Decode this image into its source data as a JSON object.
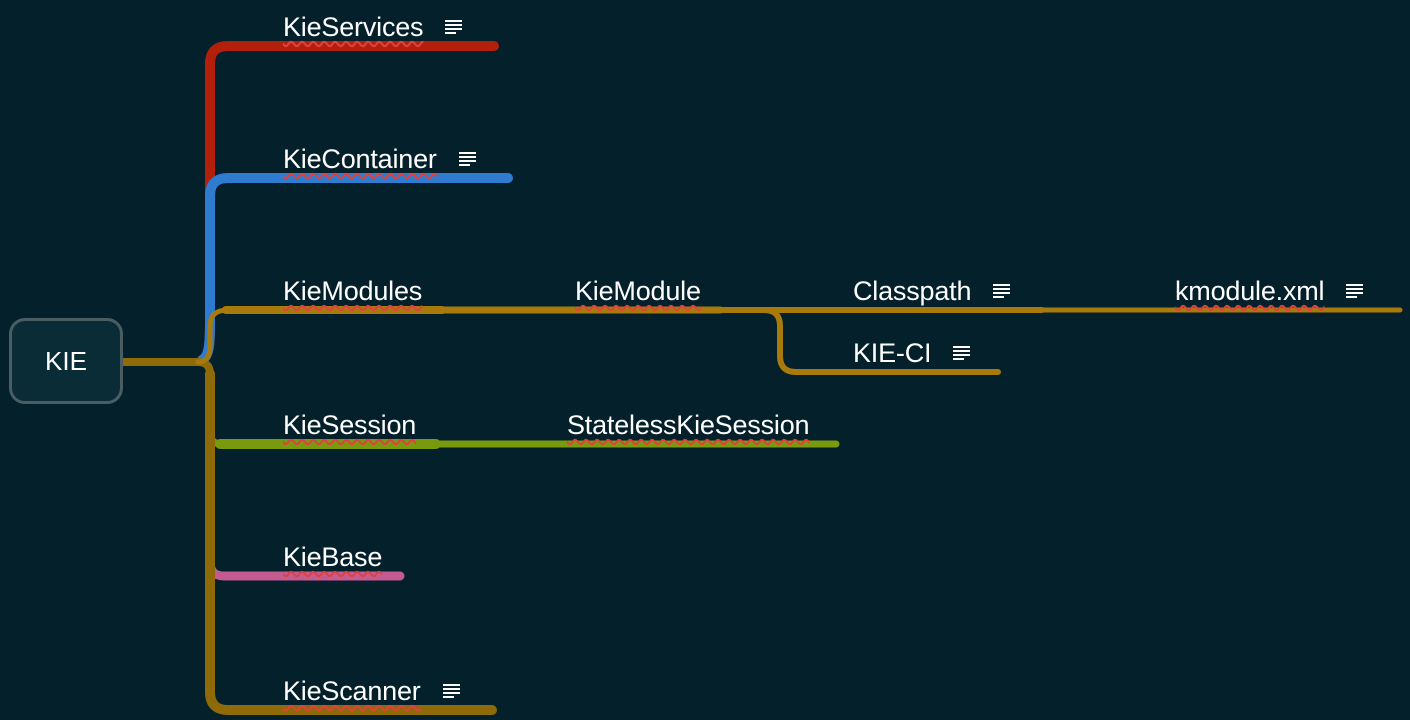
{
  "root": {
    "label": "KIE"
  },
  "colors": {
    "background": "#04202b",
    "kieservices": "#b2200c",
    "kiecontainer": "#2e7bd0",
    "kiemodules": "#a87a0c",
    "kiesession": "#7a9a0e",
    "kiebase": "#c35b91",
    "kiescanner": "#8f6a08"
  },
  "nodes": {
    "kieservices": {
      "label": "KieServices",
      "icon": "note-icon"
    },
    "kiecontainer": {
      "label": "KieContainer",
      "icon": "note-icon"
    },
    "kiemodules": {
      "label": "KieModules"
    },
    "kiemodule": {
      "label": "KieModule"
    },
    "classpath": {
      "label": "Classpath",
      "icon": "note-icon"
    },
    "kmodule_xml": {
      "label": "kmodule.xml",
      "icon": "note-icon"
    },
    "kie_ci": {
      "label": "KIE-CI",
      "icon": "note-icon"
    },
    "kiesession": {
      "label": "KieSession"
    },
    "statelesskiesession": {
      "label": "StatelessKieSession"
    },
    "kiebase": {
      "label": "KieBase"
    },
    "kiescanner": {
      "label": "KieScanner",
      "icon": "note-icon"
    }
  }
}
